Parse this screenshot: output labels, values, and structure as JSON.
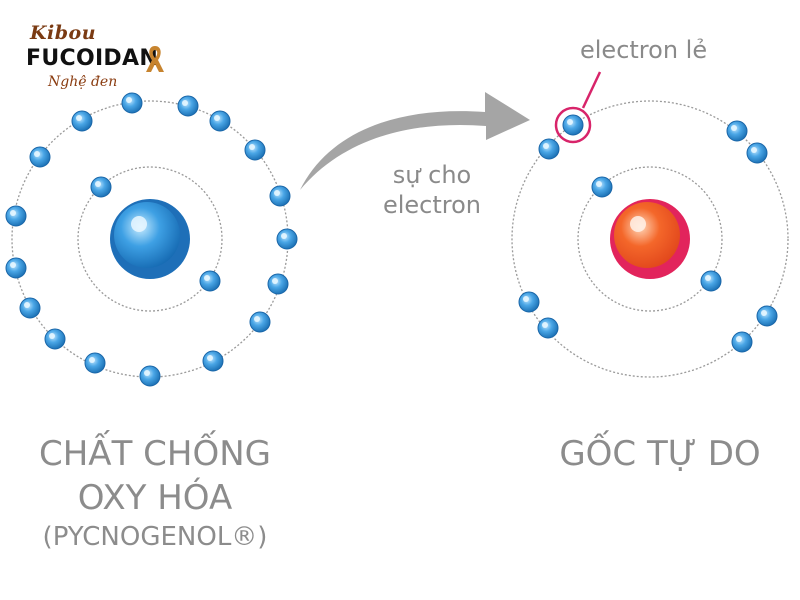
{
  "logo": {
    "brand_top": "Kibou",
    "brand_main": "FUCOIDAN",
    "brand_sub": "Nghệ đen"
  },
  "diagram": {
    "left_molecule_title_line1": "CHẤT CHỐNG",
    "left_molecule_title_line2": "OXY HÓA",
    "left_molecule_subtitle": "(PYCNOGENOL®)",
    "right_molecule_title": "GỐC TỰ DO",
    "arrow_label_line1": "sự cho",
    "arrow_label_line2": "electron",
    "lone_electron_label": "electron lẻ"
  },
  "colors": {
    "electron": "#2f8fd0",
    "left_nucleus": "#1f7cc4",
    "right_nucleus": "#ef5a24",
    "right_nucleus_ring": "#e0265f",
    "arrow": "#999999",
    "label_text": "#8c8c8c",
    "lone_electron_marker": "#d8246a"
  }
}
